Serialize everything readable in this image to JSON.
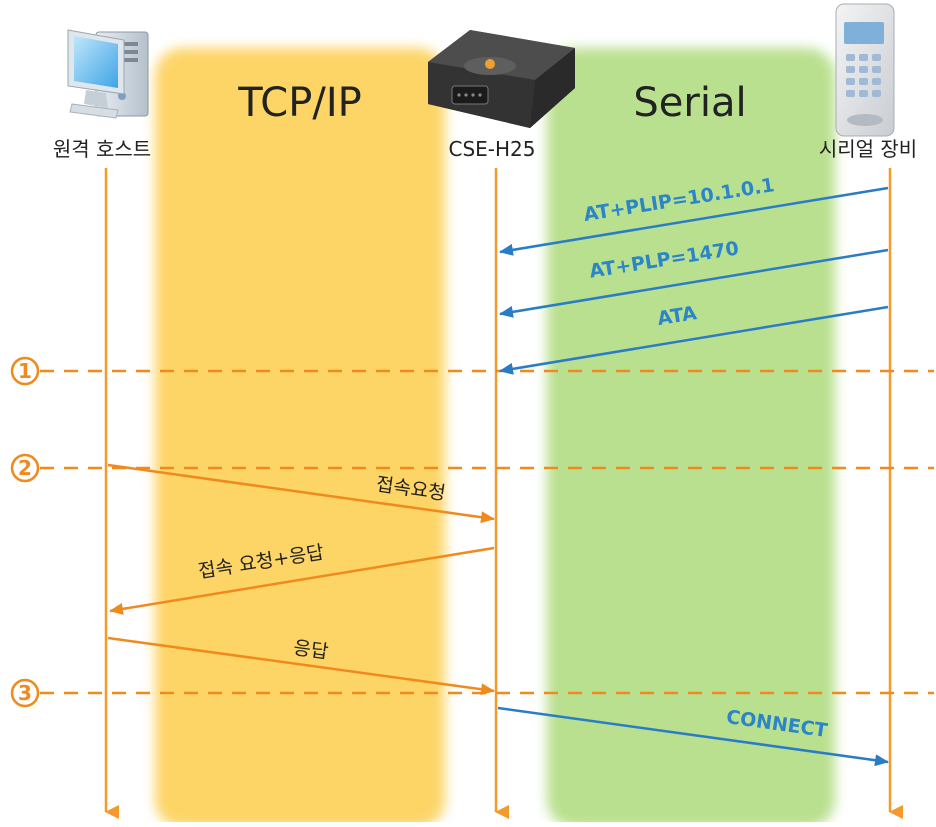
{
  "zones": {
    "tcpip": "TCP/IP",
    "serial": "Serial"
  },
  "nodes": {
    "host": "원격 호스트",
    "device": "CSE-H25",
    "serial_device": "시리얼 장비"
  },
  "messages": [
    {
      "id": "m1",
      "text": "AT+PLIP=10.1.0.1",
      "from": "serial_device",
      "to": "device"
    },
    {
      "id": "m2",
      "text": "AT+PLP=1470",
      "from": "serial_device",
      "to": "device"
    },
    {
      "id": "m3",
      "text": "ATA",
      "from": "serial_device",
      "to": "device"
    },
    {
      "id": "m4",
      "text": "접속요청",
      "from": "host",
      "to": "device"
    },
    {
      "id": "m5",
      "text": "접속 요청+응답",
      "from": "device",
      "to": "host"
    },
    {
      "id": "m6",
      "text": "응답",
      "from": "host",
      "to": "device"
    },
    {
      "id": "m7",
      "text": "CONNECT",
      "from": "device",
      "to": "serial_device"
    }
  ],
  "steps": [
    "①",
    "②",
    "③"
  ],
  "colors": {
    "tcpip_zone": "#fdd466",
    "serial_zone": "#b9e08e",
    "lifeline": "#f39a2a",
    "orange_arrow": "#f08a1c",
    "blue_arrow": "#2a7cc6",
    "blue_text": "#2a85c9",
    "step_color": "#f08a1c"
  },
  "icons": {
    "host": "desktop-computer-icon",
    "device": "serial-server-device-icon",
    "serial_device": "keypad-terminal-icon"
  }
}
